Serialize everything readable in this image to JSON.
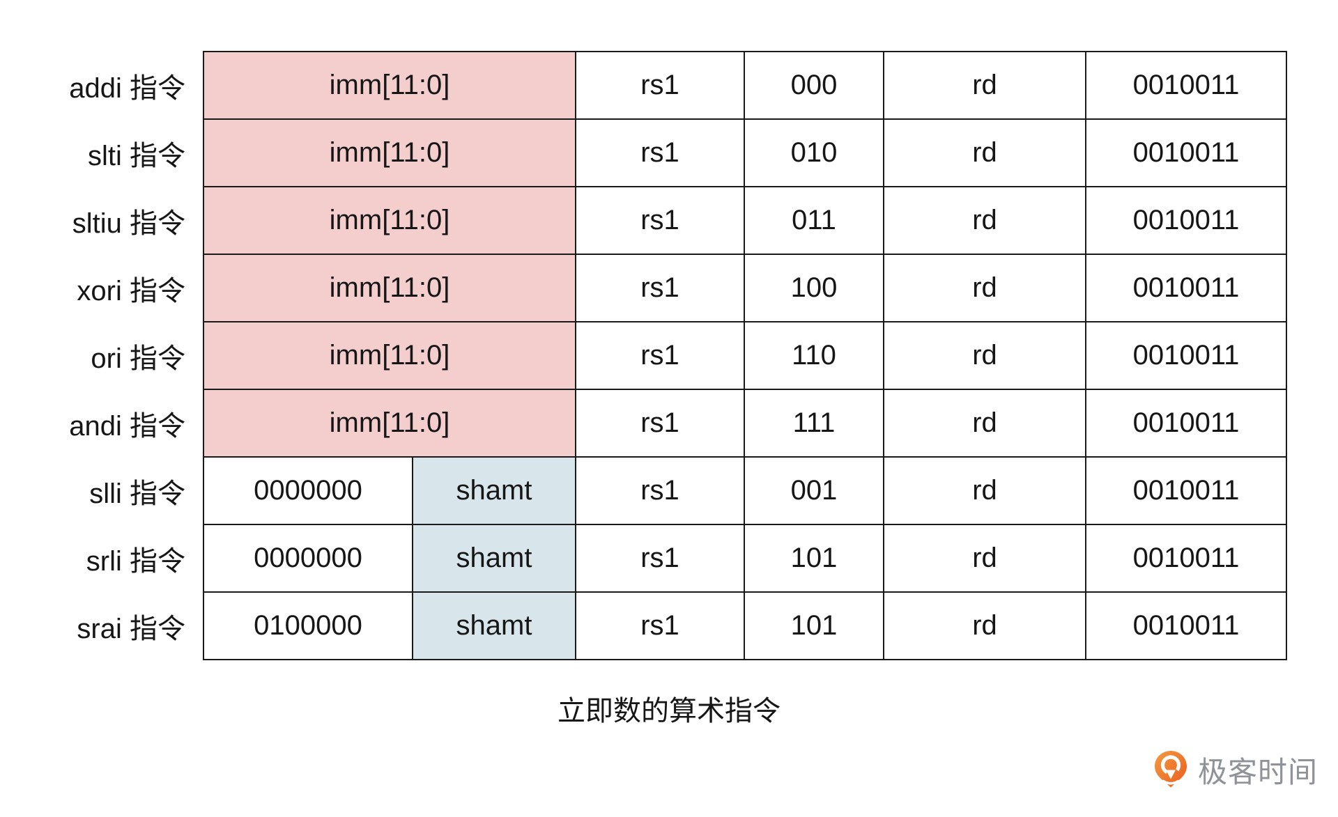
{
  "diagram": {
    "caption": "立即数的算术指令",
    "rows": [
      {
        "label": "addi 指令",
        "imm": "imm[11:0]",
        "rs1": "rs1",
        "funct3": "000",
        "rd": "rd",
        "opcode": "0010011"
      },
      {
        "label": "slti 指令",
        "imm": "imm[11:0]",
        "rs1": "rs1",
        "funct3": "010",
        "rd": "rd",
        "opcode": "0010011"
      },
      {
        "label": "sltiu 指令",
        "imm": "imm[11:0]",
        "rs1": "rs1",
        "funct3": "011",
        "rd": "rd",
        "opcode": "0010011"
      },
      {
        "label": "xori 指令",
        "imm": "imm[11:0]",
        "rs1": "rs1",
        "funct3": "100",
        "rd": "rd",
        "opcode": "0010011"
      },
      {
        "label": "ori 指令",
        "imm": "imm[11:0]",
        "rs1": "rs1",
        "funct3": "110",
        "rd": "rd",
        "opcode": "0010011"
      },
      {
        "label": "andi 指令",
        "imm": "imm[11:0]",
        "rs1": "rs1",
        "funct3": "111",
        "rd": "rd",
        "opcode": "0010011"
      },
      {
        "label": "slli 指令",
        "funct7": "0000000",
        "shamt": "shamt",
        "rs1": "rs1",
        "funct3": "001",
        "rd": "rd",
        "opcode": "0010011"
      },
      {
        "label": "srli 指令",
        "funct7": "0000000",
        "shamt": "shamt",
        "rs1": "rs1",
        "funct3": "101",
        "rd": "rd",
        "opcode": "0010011"
      },
      {
        "label": "srai 指令",
        "funct7": "0100000",
        "shamt": "shamt",
        "rs1": "rs1",
        "funct3": "101",
        "rd": "rd",
        "opcode": "0010011"
      }
    ]
  },
  "branding": {
    "logo_text": "极客时间"
  },
  "colors": {
    "imm_highlight": "#F3CECD",
    "shamt_highlight": "#D8E6EC",
    "border": "#1A1A1A",
    "logo_text": "#8F9297",
    "logo_orange_light": "#F49A41",
    "logo_orange_dark": "#E95C1E"
  }
}
